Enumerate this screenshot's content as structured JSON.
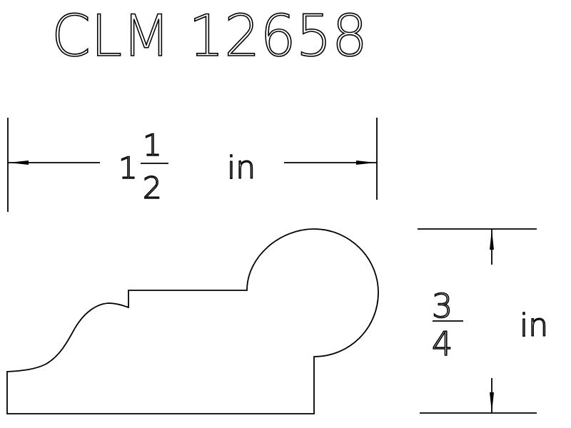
{
  "title": "CLM 12658",
  "width_dimension": {
    "whole": "1",
    "numerator": "1",
    "denominator": "2",
    "unit": "in"
  },
  "height_dimension": {
    "numerator": "3",
    "denominator": "4",
    "unit": "in"
  },
  "colors": {
    "line": "#000000",
    "background": "#ffffff"
  }
}
